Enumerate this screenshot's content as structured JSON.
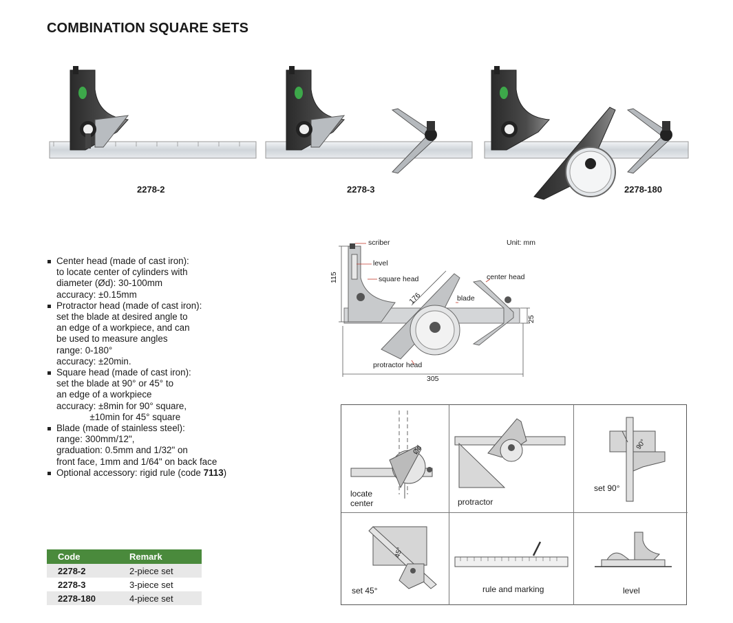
{
  "page_title": "COMBINATION SQUARE SETS",
  "products": [
    {
      "code": "2278-2"
    },
    {
      "code": "2278-3"
    },
    {
      "code": "2278-180"
    }
  ],
  "features": [
    {
      "lines": [
        "Center head (made of cast iron):",
        "to locate center of cylinders with",
        "diameter (Ød): 30-100mm",
        "accuracy: ±0.15mm"
      ]
    },
    {
      "lines": [
        "Protractor head (made of cast iron):",
        "set the blade at desired angle to",
        "an edge of a workpiece, and can",
        "be used to measure angles",
        "range: 0-180°",
        "accuracy: ±20min."
      ]
    },
    {
      "lines": [
        "Square head (made of cast iron):",
        "set the blade at 90° or 45° to",
        "an edge of a workpiece",
        "accuracy: ±8min for 90° square,",
        "             ±10min for 45° square"
      ]
    },
    {
      "lines": [
        "Blade (made of stainless steel):",
        "range: 300mm/12\",",
        "graduation: 0.5mm and 1/32\" on",
        "front face, 1mm and 1/64\" on back face"
      ]
    },
    {
      "text": "Optional accessory: rigid rule (code ",
      "code_bold": "7113",
      "suffix": ")"
    }
  ],
  "table": {
    "headers": [
      "Code",
      "Remark"
    ],
    "rows": [
      [
        "2278-2",
        "2-piece set"
      ],
      [
        "2278-3",
        "3-piece set"
      ],
      [
        "2278-180",
        "4-piece set"
      ]
    ]
  },
  "diagram": {
    "unit": "Unit: mm",
    "labels": {
      "scriber": "scriber",
      "level": "level",
      "square_head": "square head",
      "center_head": "center head",
      "blade": "blade",
      "protractor_head": "protractor head"
    },
    "dimensions": {
      "d115": "115",
      "d176": "176",
      "d25": "25",
      "d305": "305"
    }
  },
  "uses": [
    {
      "label_lines": [
        "locate",
        "center"
      ]
    },
    {
      "label_lines": [
        "protractor"
      ]
    },
    {
      "label_lines": [
        "set 90°"
      ]
    },
    {
      "label_lines": [
        "set 45°"
      ]
    },
    {
      "label_lines": [
        "rule and marking"
      ]
    },
    {
      "label_lines": [
        "level"
      ]
    }
  ],
  "use_marks": {
    "d": "Ød",
    "a90": "90°",
    "a45": "45°"
  },
  "colors": {
    "accent_green": "#4a8a3c",
    "row_grey": "#e8e8e8"
  }
}
